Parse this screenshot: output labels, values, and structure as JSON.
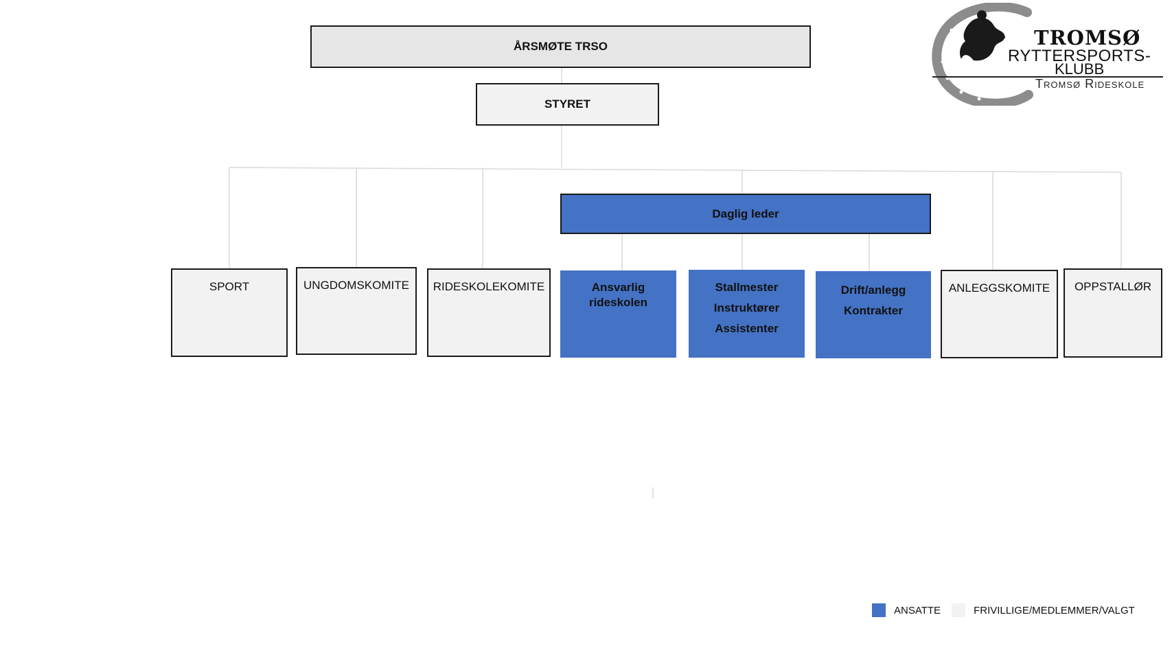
{
  "org": {
    "top": "ÅRSMØTE TRSO",
    "board": "STYRET",
    "leader": "Daglig leder",
    "volunteer_units": [
      "SPORT",
      "UNGDOMSKOMITE",
      "RIDESKOLEKOMITE",
      "ANLEGGSKOMITE",
      "OPPSTALLØR"
    ],
    "staff_units": [
      [
        "Ansvarlig",
        "rideskolen"
      ],
      [
        "Stallmester",
        "Instruktører",
        "Assistenter"
      ],
      [
        "Drift/anlegg",
        "Kontrakter"
      ]
    ]
  },
  "logo": {
    "line1": "TROMSØ",
    "line2": "RYTTERSPORTS-",
    "line3": "KLUBB",
    "line4": "Tromsø Rideskole"
  },
  "legend": {
    "staff_label": "ANSATTE",
    "staff_color": "#4472c4",
    "volunteer_label": "FRIVILLIGE/MEDLEMMER/VALGT",
    "volunteer_color": "#f2f2f2"
  }
}
